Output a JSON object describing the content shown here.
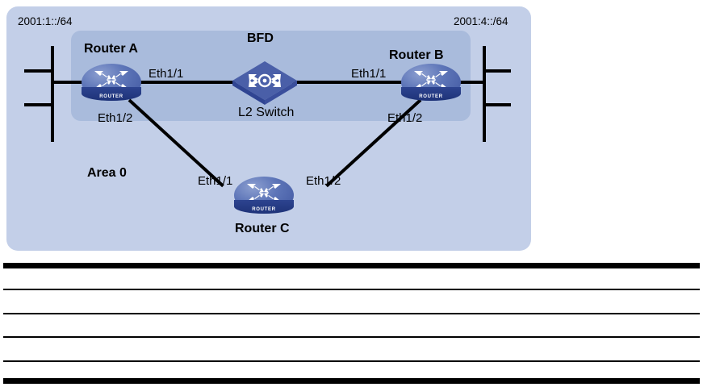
{
  "diagram": {
    "title_area": "Area 0",
    "bfd_label": "BFD",
    "networks": {
      "left_prefix": "2001:1::/64",
      "right_prefix": "2001:4::/64"
    },
    "devices": [
      {
        "id": "router-a",
        "label": "Router A",
        "icon": "router-icon",
        "badge": "ROUTER"
      },
      {
        "id": "router-b",
        "label": "Router B",
        "icon": "router-icon",
        "badge": "ROUTER"
      },
      {
        "id": "router-c",
        "label": "Router C",
        "icon": "router-icon",
        "badge": "ROUTER"
      },
      {
        "id": "l2-switch",
        "label": "L2 Switch",
        "icon": "switch-icon",
        "badge": ""
      }
    ],
    "interfaces": {
      "router_a_eth1_1": "Eth1/1",
      "router_a_eth1_2": "Eth1/2",
      "router_b_eth1_1": "Eth1/1",
      "router_b_eth1_2": "Eth1/2",
      "router_c_eth1_1": "Eth1/1",
      "router_c_eth1_2": "Eth1/2"
    },
    "colors": {
      "area_fill": "#c3cfe8",
      "bfd_fill": "#a9bbdc",
      "device_blue": "#3f559f",
      "link": "#000000"
    }
  },
  "table": {
    "columns": [],
    "rows": [
      {
        "cells": []
      },
      {
        "cells": []
      },
      {
        "cells": []
      },
      {
        "cells": []
      },
      {
        "cells": []
      }
    ]
  }
}
